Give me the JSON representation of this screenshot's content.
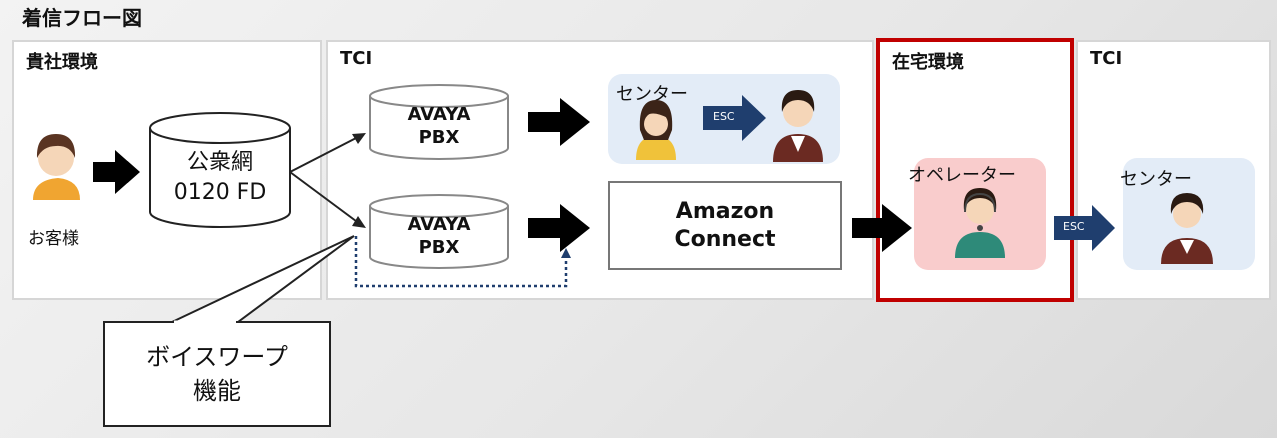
{
  "title": "着信フロー図",
  "panels": {
    "customer_env": "貴社環境",
    "tci_main": "TCI",
    "home_env": "在宅環境",
    "tci_right": "TCI"
  },
  "customer_label": "お客様",
  "public_network": {
    "line1": "公衆網",
    "line2": "0120 FD"
  },
  "pbx_top": {
    "line1": "AVAYA",
    "line2": "PBX"
  },
  "pbx_bottom": {
    "line1": "AVAYA",
    "line2": "PBX"
  },
  "center_top_label": "センター",
  "esc_label": "ESC",
  "amazon_connect": {
    "line1": "Amazon",
    "line2": "Connect"
  },
  "operator_label": "オペレーター",
  "center_right_label": "センター",
  "callout": {
    "line1": "ボイスワープ",
    "line2": "機能"
  },
  "colors": {
    "highlight_border": "#c00000",
    "esc_arrow": "#1f3e6e",
    "operator_bg": "#f9cccc",
    "center_bg": "#e3ecf7"
  }
}
